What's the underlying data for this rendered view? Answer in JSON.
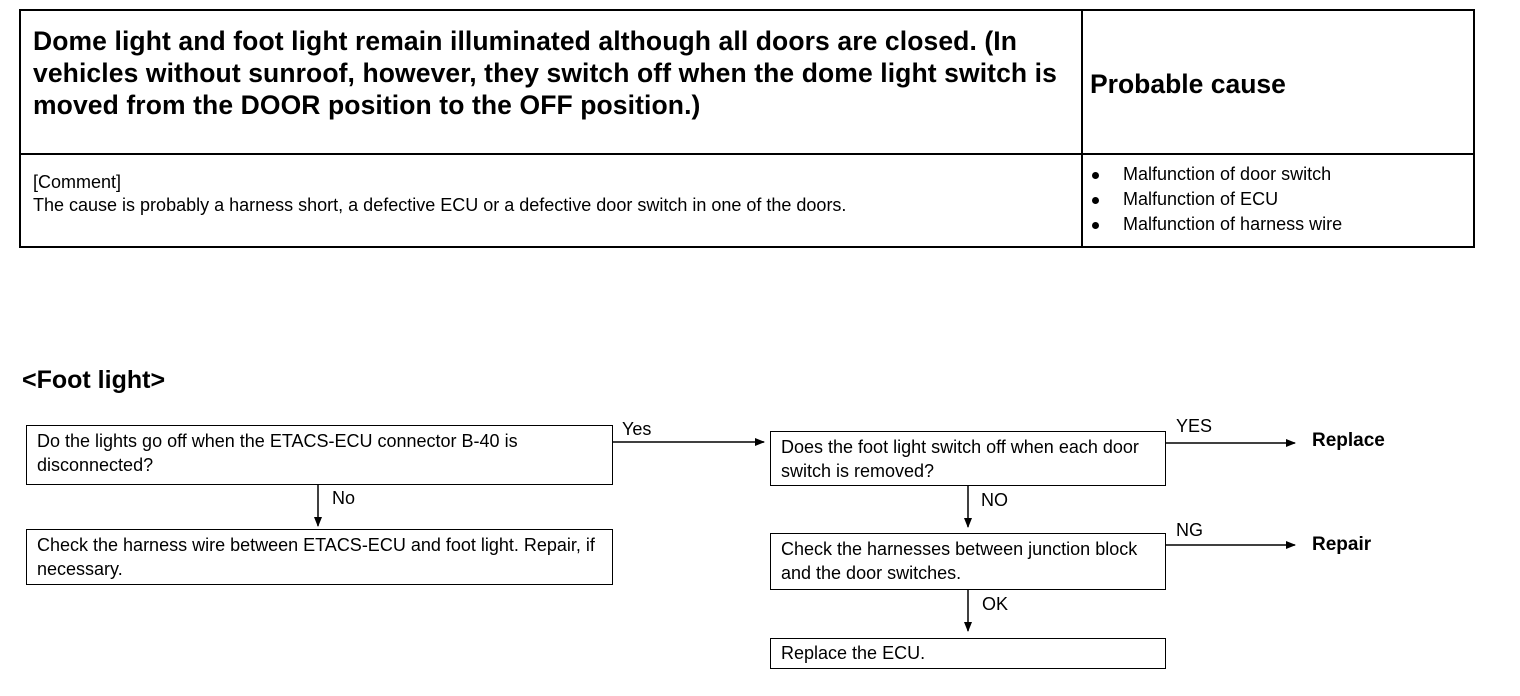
{
  "symptom_table": {
    "title": "Dome light and foot light remain illuminated although all doors are closed. (In vehicles without sunroof, however, they switch off when the dome light switch is moved from the DOOR position to the OFF position.)",
    "probable_cause_header": "Probable cause",
    "comment_label": "[Comment]",
    "comment_text": "The cause is probably a harness short, a defective ECU or a defective door switch in one of the doors.",
    "causes": [
      "Malfunction of door switch",
      "Malfunction of ECU",
      "Malfunction of harness wire"
    ]
  },
  "section_title": "<Foot light>",
  "flow": {
    "q1": "Do the lights go off when the ETACS-ECU connector B-40 is disconnected?",
    "q1_yes": "Yes",
    "q1_no": "No",
    "a1_no": "Check the harness wire between ETACS-ECU and foot light. Repair, if necessary.",
    "q2": "Does the foot light switch off when each door switch is removed?",
    "q2_yes": "YES",
    "q2_yes_result": "Replace",
    "q2_no": "NO",
    "q3": "Check the harnesses between junction block and the door switches.",
    "q3_ng": "NG",
    "q3_ng_result": "Repair",
    "q3_ok": "OK",
    "final": "Replace the ECU."
  }
}
